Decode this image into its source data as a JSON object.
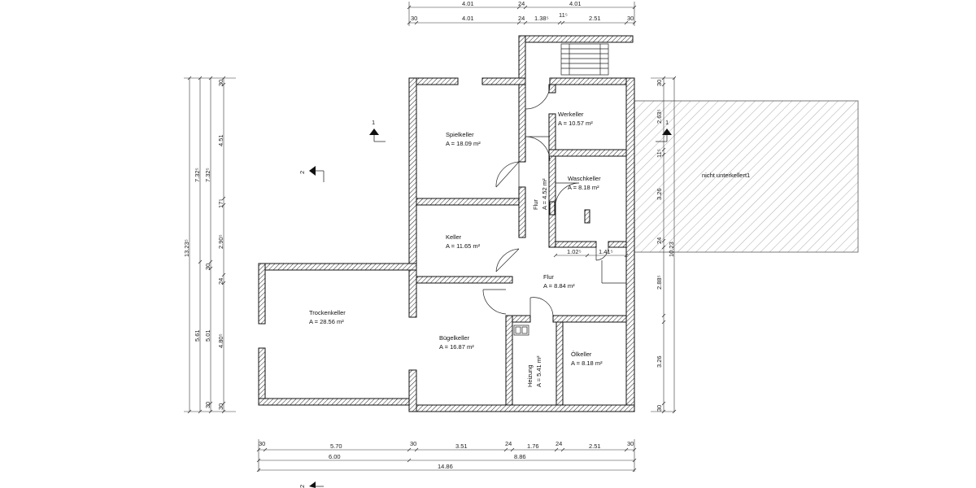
{
  "rooms": {
    "spielkeller": {
      "name": "Spielkeller",
      "area": "A = 18.09 m²"
    },
    "werkeller": {
      "name": "Werkeller",
      "area": "A = 10.57 m²"
    },
    "waschkeller": {
      "name": "Waschkeller",
      "area": "A = 8.18 m²"
    },
    "flur_upper": {
      "name": "Flur",
      "area": "A = 4.52 m²"
    },
    "keller": {
      "name": "Keller",
      "area": "A = 11.65 m²"
    },
    "flur_lower": {
      "name": "Flur",
      "area": "A = 8.84 m²"
    },
    "trockenkeller": {
      "name": "Trockenkeller",
      "area": "A = 28.56 m²"
    },
    "buegelkeller": {
      "name": "Bügelkeller",
      "area": "A = 16.87 m²"
    },
    "heizung": {
      "name": "Heizung",
      "area": "A = 5.41 m²"
    },
    "oelkeller": {
      "name": "Ölkeller",
      "area": "A = 8.18 m²"
    },
    "nicht_unterkellert": {
      "name": "nicht unterkellert1"
    }
  },
  "section_marks": {
    "one": "1",
    "two": "2"
  },
  "dims_top": {
    "r1": [
      "4.01",
      "24",
      "4.01"
    ],
    "r2": [
      "30",
      "4.01",
      "24",
      "1.38⁵",
      "11⁵",
      "2.51",
      "30"
    ]
  },
  "dims_bottom": {
    "r1": [
      "30",
      "5.70",
      "30",
      "3.51",
      "24",
      "1.76",
      "24",
      "2.51",
      "30"
    ],
    "r2": [
      "6.00",
      "8.86"
    ],
    "r3": [
      "14.86"
    ]
  },
  "dims_left": {
    "r1": [
      "13.23⁵"
    ],
    "r2": [
      "7.32⁵",
      "5.61"
    ],
    "r3": [
      "7.32⁵",
      "30",
      "5.01",
      "30"
    ],
    "r4": [
      "30",
      "4.51",
      "17⁵",
      "2.90⁵",
      "24",
      "4.80⁵",
      "30"
    ]
  },
  "dims_right": {
    "r1": [
      "30",
      "2.63⁵",
      "11⁵",
      "3.26",
      "24",
      "2.88⁵",
      "3.26",
      "30"
    ],
    "r2": [
      "10.23"
    ]
  },
  "dims_inner": [
    "1.02⁵",
    "1.41⁵"
  ]
}
